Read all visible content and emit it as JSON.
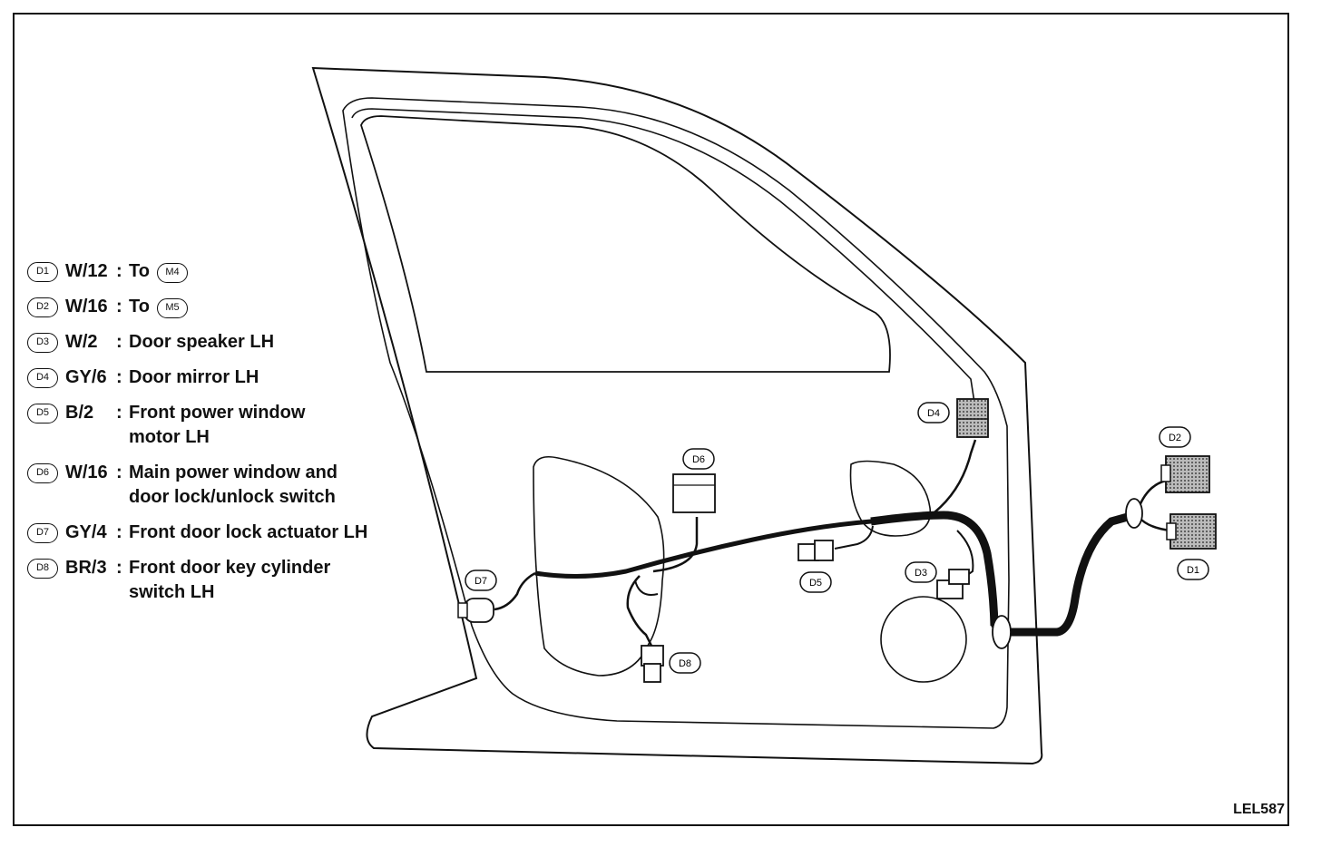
{
  "legend": {
    "items": [
      {
        "id": "D1",
        "code": "W/12",
        "sep": ":",
        "to": "To",
        "to_ref": "M4",
        "desc": ""
      },
      {
        "id": "D2",
        "code": "W/16",
        "sep": ":",
        "to": "To",
        "to_ref": "M5",
        "desc": ""
      },
      {
        "id": "D3",
        "code": "W/2",
        "sep": ":",
        "desc": "Door speaker LH"
      },
      {
        "id": "D4",
        "code": "GY/6",
        "sep": ":",
        "desc": "Door mirror LH"
      },
      {
        "id": "D5",
        "code": "B/2",
        "sep": ":",
        "desc": "Front power window motor LH"
      },
      {
        "id": "D6",
        "code": "W/16",
        "sep": ":",
        "desc": "Main power window and door lock/unlock switch"
      },
      {
        "id": "D7",
        "code": "GY/4",
        "sep": ":",
        "desc": "Front door lock actuator LH"
      },
      {
        "id": "D8",
        "code": "BR/3",
        "sep": ":",
        "desc": "Front door key cylinder switch LH"
      }
    ]
  },
  "connector_labels": {
    "D1": "D1",
    "D2": "D2",
    "D3": "D3",
    "D4": "D4",
    "D5": "D5",
    "D6": "D6",
    "D7": "D7",
    "D8": "D8"
  },
  "figure_code": "LEL587"
}
